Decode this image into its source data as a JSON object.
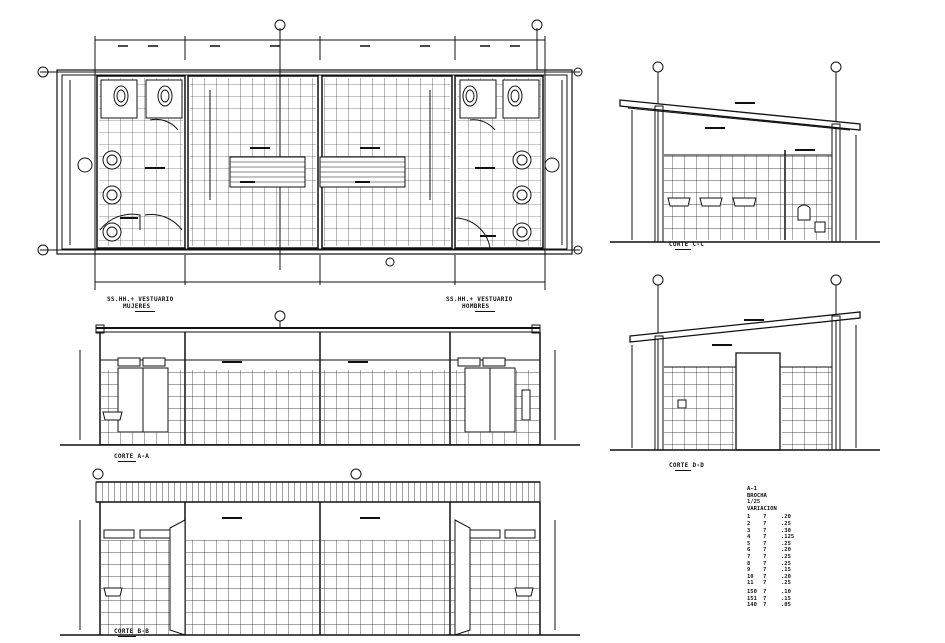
{
  "titles": {
    "plan_left": "SS.HH.+ VESTUARIO",
    "plan_left_sub": "MUJERES",
    "plan_right": "SS.HH.+ VESTUARIO",
    "plan_right_sub": "HOMBRES",
    "section_aa": "CORTE A-A",
    "section_bb": "CORTE B-B",
    "section_cc": "CORTE C-C",
    "section_dd": "CORTE D-D"
  },
  "schedule": {
    "header1": "A-1",
    "header2": "BROCHA",
    "header3": "1/25",
    "header4": "VARIACION",
    "rows": [
      {
        "n": "1",
        "q": "7",
        "v": ".20"
      },
      {
        "n": "2",
        "q": "7",
        "v": ".25"
      },
      {
        "n": "3",
        "q": "7",
        "v": ".30"
      },
      {
        "n": "4",
        "q": "7",
        "v": ".125"
      },
      {
        "n": "5",
        "q": "7",
        "v": ".25"
      },
      {
        "n": "6",
        "q": "7",
        "v": ".20"
      },
      {
        "n": "7",
        "q": "7",
        "v": ".25"
      },
      {
        "n": "8",
        "q": "7",
        "v": ".25"
      },
      {
        "n": "9",
        "q": "7",
        "v": ".15"
      },
      {
        "n": "10",
        "q": "7",
        "v": ".20"
      },
      {
        "n": "11",
        "q": "7",
        "v": ".25"
      },
      {
        "n": "150",
        "q": "7",
        "v": ".10"
      },
      {
        "n": "151",
        "q": "7",
        "v": ".15"
      },
      {
        "n": "140",
        "q": "7",
        "v": ".05"
      }
    ]
  },
  "colors": {
    "ink": "#111111",
    "paper": "#ffffff"
  }
}
